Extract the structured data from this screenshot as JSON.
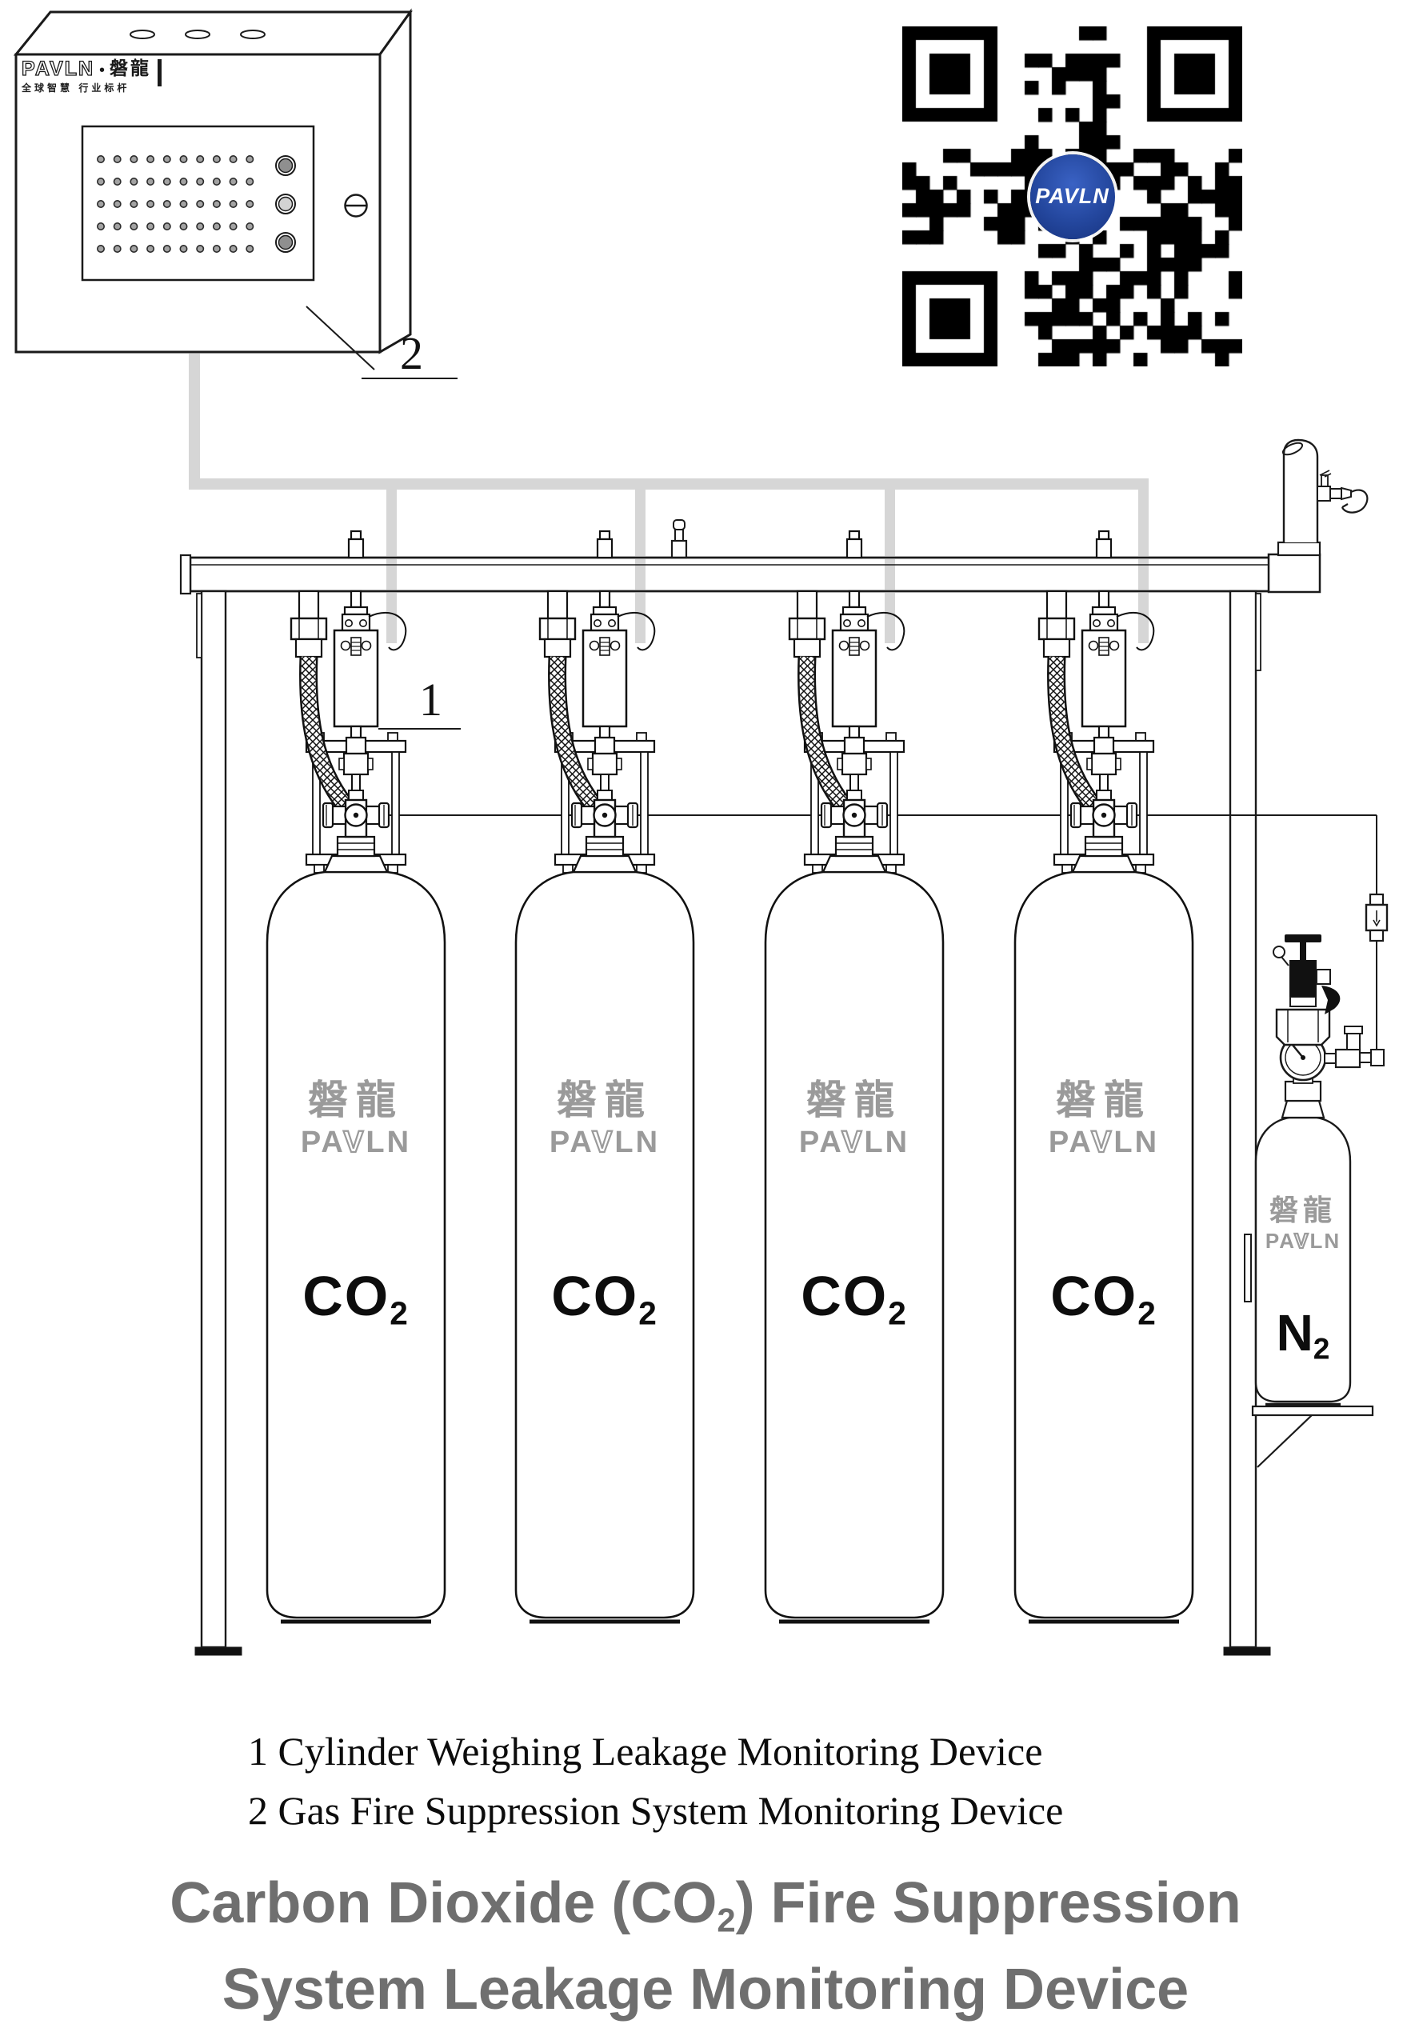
{
  "panel": {
    "logo": {
      "brand": "PAVLN",
      "bullet": "•",
      "brand_zh": "磐龍",
      "tagline": "全球智慧 行业标杆"
    },
    "led_grid": {
      "rows": 5,
      "cols": 10
    },
    "indicator_colors": {
      "top": "#8f8f8f",
      "middle": "#d2d2d2",
      "bottom": "#8f8f8f"
    }
  },
  "qr": {
    "logo_text": "PAVLN",
    "dark_color": "#000000",
    "logo_blue": "#1c3f9c",
    "modules": 25
  },
  "callouts": {
    "label1": "1",
    "label2": "2"
  },
  "cylinders": [
    {
      "zh": "磐龍",
      "brand_pa": "PA",
      "brand_v": "V",
      "brand_ln": "LN",
      "gas": "CO",
      "gas_sub": "2"
    },
    {
      "zh": "磐龍",
      "brand_pa": "PA",
      "brand_v": "V",
      "brand_ln": "LN",
      "gas": "CO",
      "gas_sub": "2"
    },
    {
      "zh": "磐龍",
      "brand_pa": "PA",
      "brand_v": "V",
      "brand_ln": "LN",
      "gas": "CO",
      "gas_sub": "2"
    },
    {
      "zh": "磐龍",
      "brand_pa": "PA",
      "brand_v": "V",
      "brand_ln": "LN",
      "gas": "CO",
      "gas_sub": "2"
    },
    {
      "zh": "磐龍",
      "brand_pa": "PA",
      "brand_v": "V",
      "brand_ln": "LN",
      "gas": "N",
      "gas_sub": "2"
    }
  ],
  "legend": {
    "line1": "1 Cylinder Weighing Leakage Monitoring Device",
    "line2": "2 Gas Fire Suppression System Monitoring Device"
  },
  "title": {
    "l1a": "Carbon Dioxide (CO",
    "l1sub": "2",
    "l1b": ") Fire Suppression",
    "l2": "System Leakage Monitoring Device"
  },
  "colors": {
    "cable_gray": "#d6d6d6",
    "label_gray": "#9a9a9a",
    "title_gray": "#6f6f6f",
    "ink": "#111111"
  }
}
